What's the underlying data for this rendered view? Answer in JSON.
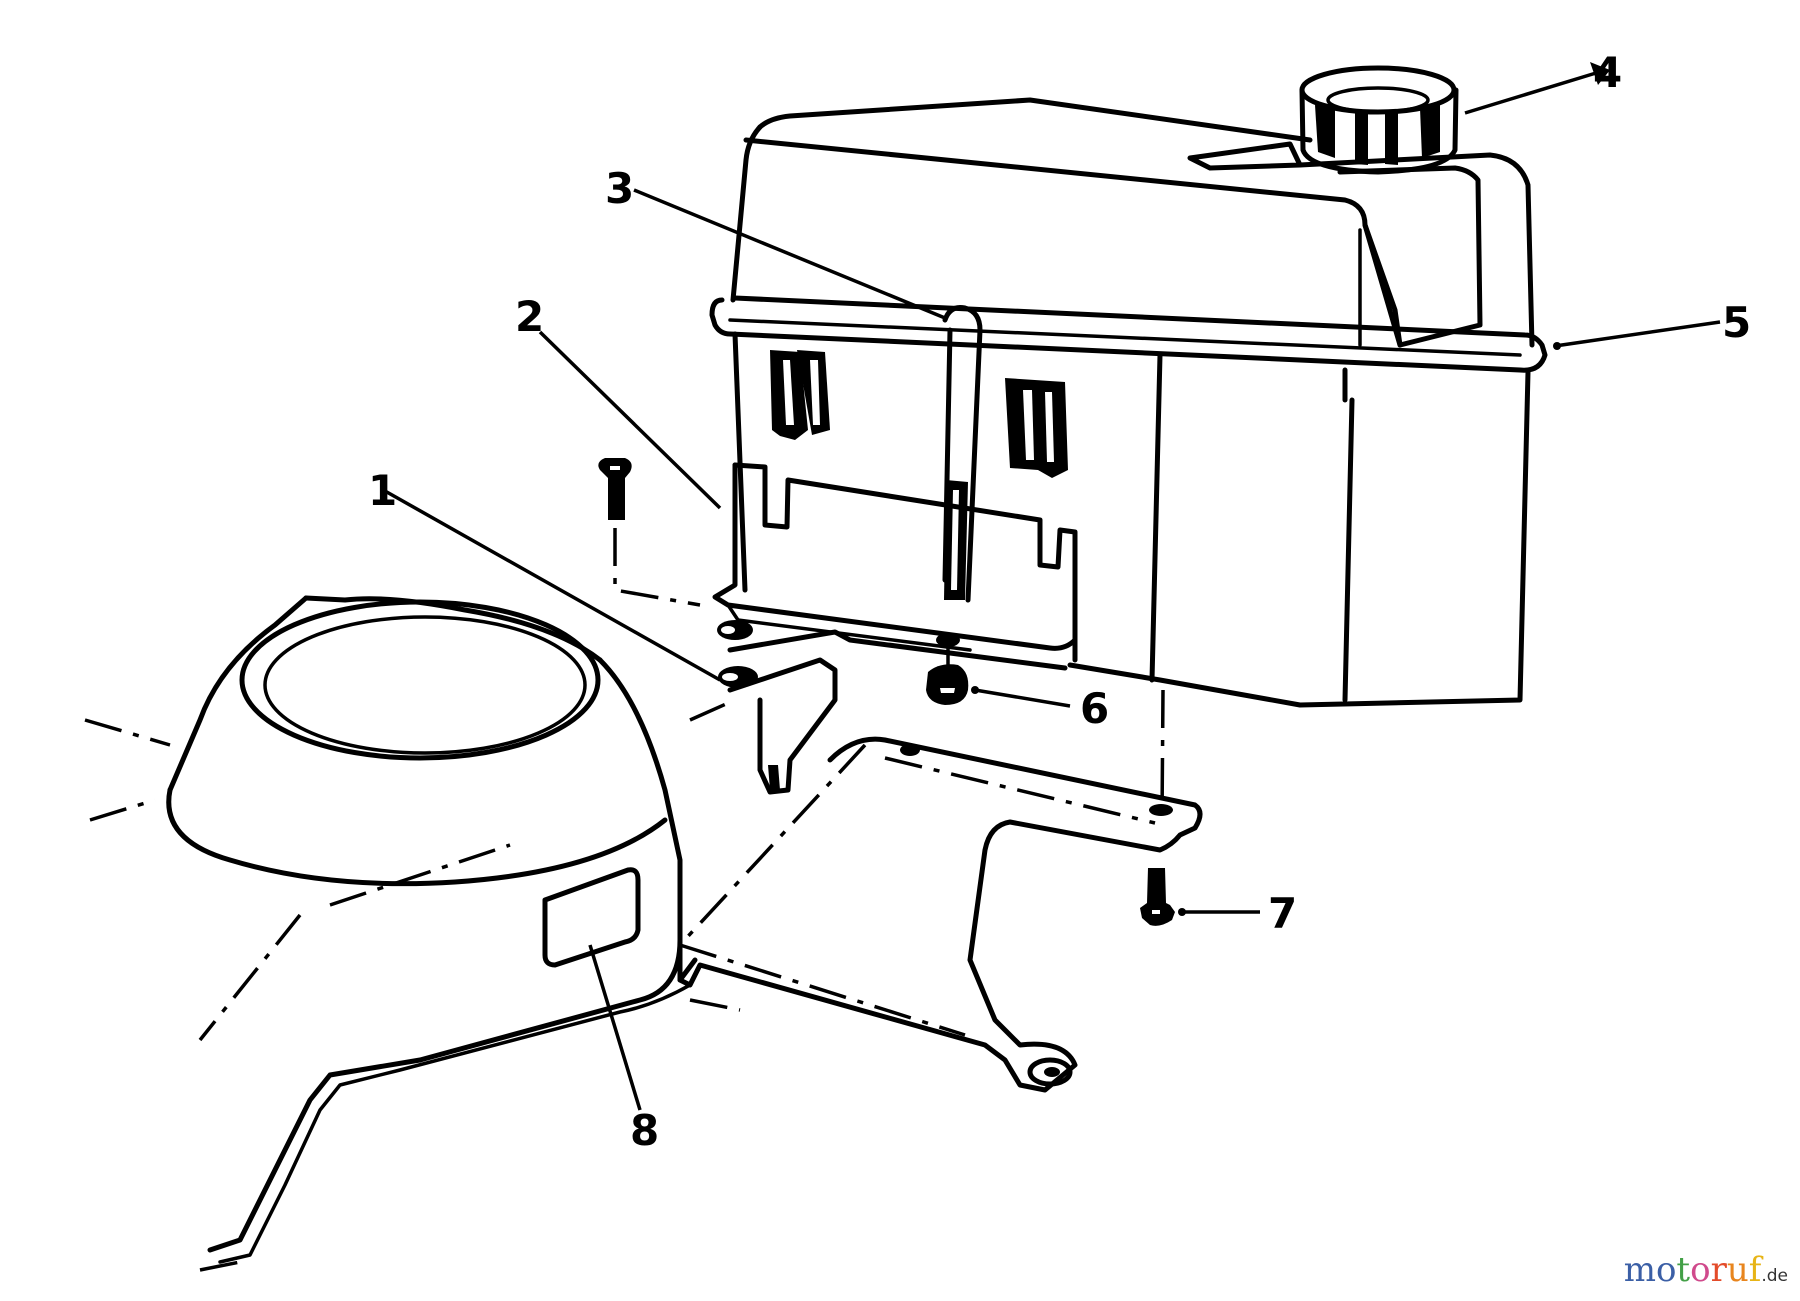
{
  "diagram": {
    "title": "",
    "subject": "Fuel tank assembly exploded view",
    "callouts": [
      {
        "id": "1",
        "label": "1",
        "part": "mounting bracket"
      },
      {
        "id": "2",
        "label": "2",
        "part": "tank bracket plate"
      },
      {
        "id": "3",
        "label": "3",
        "part": "tank strap"
      },
      {
        "id": "4",
        "label": "4",
        "part": "fuel cap"
      },
      {
        "id": "5",
        "label": "5",
        "part": "fuel tank"
      },
      {
        "id": "6",
        "label": "6",
        "part": "nut"
      },
      {
        "id": "7",
        "label": "7",
        "part": "screw"
      },
      {
        "id": "8",
        "label": "8",
        "part": "decal"
      }
    ]
  },
  "watermark": {
    "letters": [
      {
        "char": "m",
        "color": "#3b5fa6"
      },
      {
        "char": "o",
        "color": "#3b5fa6"
      },
      {
        "char": "t",
        "color": "#43a047"
      },
      {
        "char": "o",
        "color": "#d04a8c"
      },
      {
        "char": "r",
        "color": "#e34b2a"
      },
      {
        "char": "u",
        "color": "#e8851e"
      },
      {
        "char": "f",
        "color": "#e7b416"
      }
    ],
    "suffix": ".de",
    "dot_mark": "˙"
  }
}
